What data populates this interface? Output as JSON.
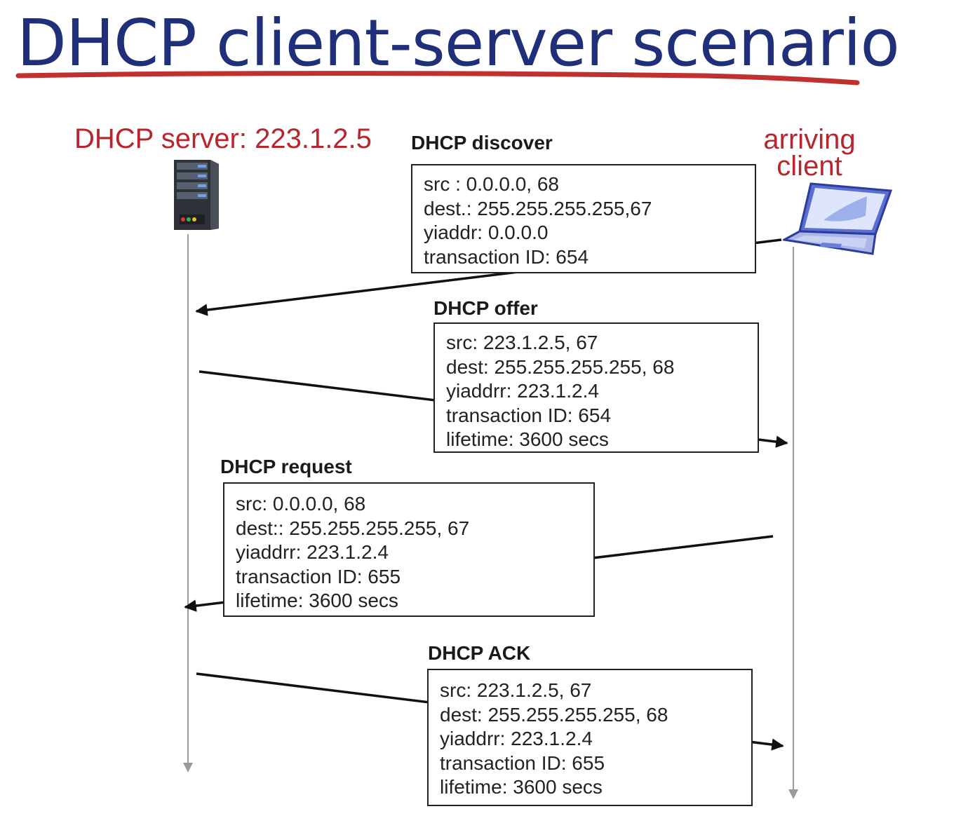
{
  "title": "DHCP client-server scenario",
  "server": {
    "label": "DHCP server: 223.1.2.5",
    "icon": "server-icon"
  },
  "client": {
    "label_line1": "arriving",
    "label_line2": "client",
    "icon": "laptop-icon"
  },
  "colors": {
    "title": "#1f2f7a",
    "underline": "#c0302e",
    "labels": "#b8252c",
    "timeline": "#9a9a9a"
  },
  "messages": [
    {
      "label": "DHCP discover",
      "direction": "client-to-server",
      "lines": [
        "src : 0.0.0.0, 68",
        "dest.: 255.255.255.255,67",
        "yiaddr:    0.0.0.0",
        "transaction ID: 654"
      ]
    },
    {
      "label": "DHCP offer",
      "direction": "server-to-client",
      "lines": [
        "src: 223.1.2.5, 67",
        "dest:  255.255.255.255, 68",
        "yiaddrr: 223.1.2.4",
        "transaction ID: 654",
        "lifetime: 3600 secs"
      ]
    },
    {
      "label": "DHCP request",
      "direction": "client-to-server",
      "lines": [
        "src:  0.0.0.0, 68",
        "dest::  255.255.255.255, 67",
        "yiaddrr: 223.1.2.4",
        "transaction ID: 655",
        "lifetime: 3600 secs"
      ]
    },
    {
      "label": "DHCP ACK",
      "direction": "server-to-client",
      "lines": [
        "src: 223.1.2.5, 67",
        "dest:  255.255.255.255, 68",
        "yiaddrr: 223.1.2.4",
        "transaction ID: 655",
        "lifetime: 3600 secs"
      ]
    }
  ]
}
